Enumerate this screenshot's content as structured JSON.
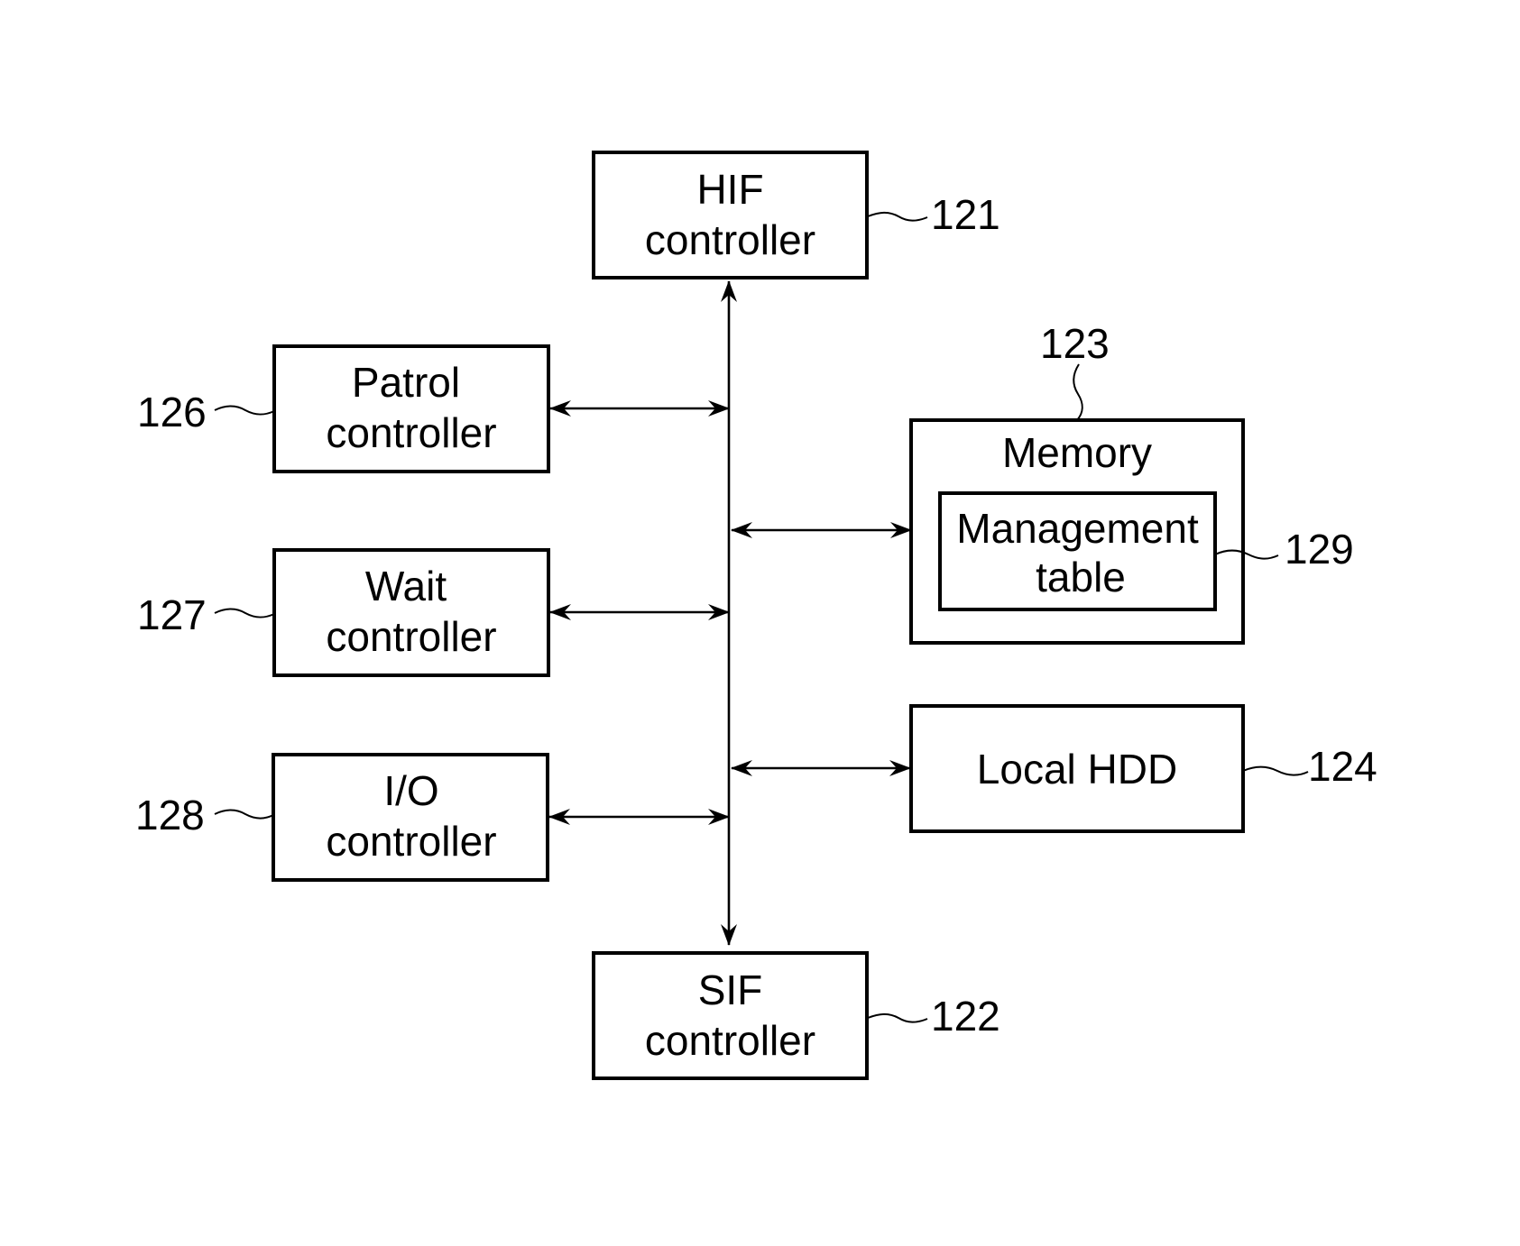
{
  "diagram": {
    "blocks": {
      "hif": {
        "line1": "HIF",
        "line2": "controller",
        "ref": "121"
      },
      "sif": {
        "line1": "SIF",
        "line2": "controller",
        "ref": "122"
      },
      "memory": {
        "label": "Memory",
        "ref": "123"
      },
      "management_table": {
        "line1": "Management",
        "line2": "table",
        "ref": "129"
      },
      "local_hdd": {
        "label": "Local HDD",
        "ref": "124"
      },
      "patrol": {
        "line1": "Patrol",
        "line2": "controller",
        "ref": "126"
      },
      "wait": {
        "line1": "Wait",
        "line2": "controller",
        "ref": "127"
      },
      "io": {
        "line1": "I/O",
        "line2": "controller",
        "ref": "128"
      }
    },
    "colors": {
      "stroke": "#000000",
      "background": "#ffffff"
    }
  }
}
